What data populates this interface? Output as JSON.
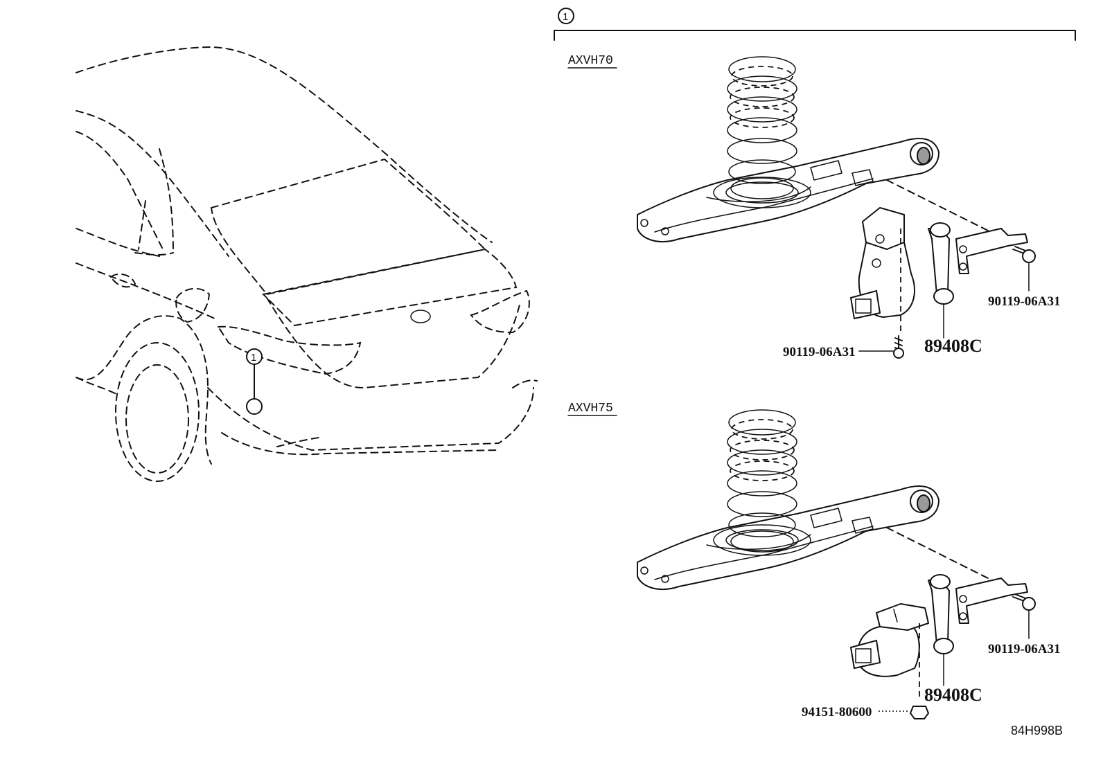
{
  "callout_number": "1",
  "variants": [
    {
      "model_label": "AXVH70",
      "parts": {
        "sensor": "89408C",
        "bolt_right": "90119-06A31",
        "fastener_bottom": "90119-06A31"
      }
    },
    {
      "model_label": "AXVH75",
      "parts": {
        "sensor": "89408C",
        "bolt_right": "90119-06A31",
        "fastener_bottom": "94151-80600"
      }
    }
  ],
  "diagram_ref": "84H998B"
}
